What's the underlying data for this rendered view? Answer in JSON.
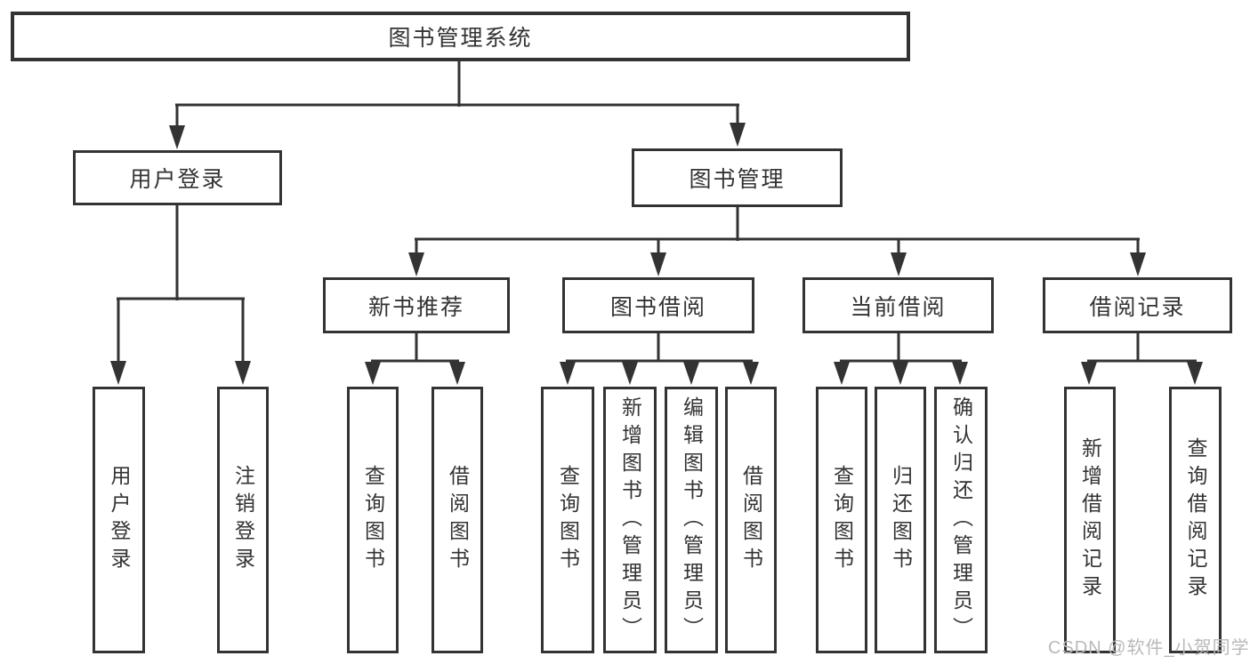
{
  "colors": {
    "line": "#333333",
    "box_border": "#333333",
    "text": "#333333",
    "background": "#ffffff",
    "watermark": "#b9b9b9"
  },
  "tree": {
    "root": {
      "label": "图书管理系统",
      "children": [
        {
          "label": "用户登录",
          "children": [
            {
              "label": "用户登录"
            },
            {
              "label": "注销登录"
            }
          ]
        },
        {
          "label": "图书管理",
          "children": [
            {
              "label": "新书推荐",
              "children": [
                {
                  "label": "查询图书"
                },
                {
                  "label": "借阅图书"
                }
              ]
            },
            {
              "label": "图书借阅",
              "children": [
                {
                  "label": "查询图书"
                },
                {
                  "label": "新增图书（管理员）"
                },
                {
                  "label": "编辑图书（管理员）"
                },
                {
                  "label": "借阅图书"
                }
              ]
            },
            {
              "label": "当前借阅",
              "children": [
                {
                  "label": "查询图书"
                },
                {
                  "label": "归还图书"
                },
                {
                  "label": "确认归还（管理员）"
                }
              ]
            },
            {
              "label": "借阅记录",
              "children": [
                {
                  "label": "新增借阅记录"
                },
                {
                  "label": "查询借阅记录"
                }
              ]
            }
          ]
        }
      ]
    }
  },
  "watermark": {
    "text": "CSDN @软件_小贺同学"
  }
}
